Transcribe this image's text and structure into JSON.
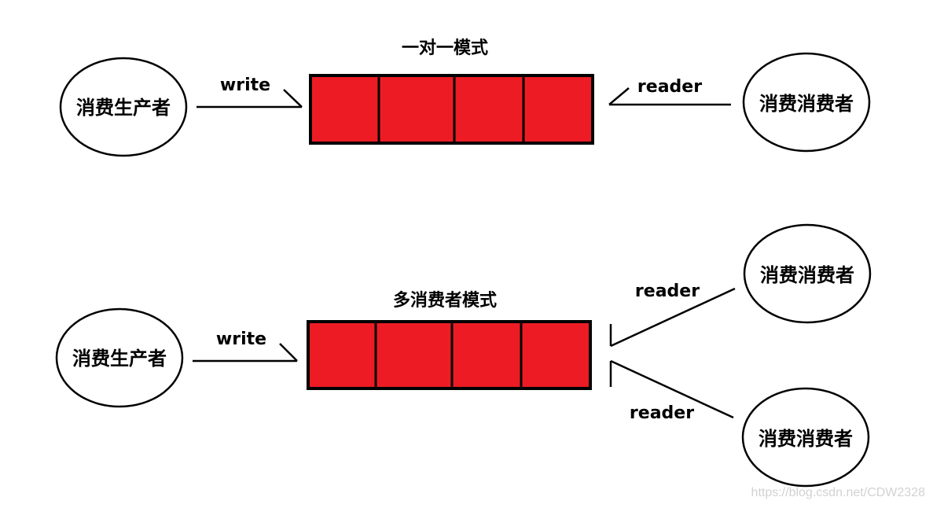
{
  "colors": {
    "buffer_fill": "#ED1C24",
    "stroke": "#000000",
    "watermark": "#d2d2d2"
  },
  "top": {
    "title": "一对一模式",
    "producer": "消费生产者",
    "consumer": "消费消费者",
    "write_label": "write",
    "read_label": "reader"
  },
  "bottom": {
    "title": "多消费者模式",
    "producer": "消费生产者",
    "consumer_1": "消费消费者",
    "consumer_2": "消费消费者",
    "write_label": "write",
    "read_label_1": "reader",
    "read_label_2": "reader"
  },
  "watermark": "https://blog.csdn.net/CDW2328"
}
